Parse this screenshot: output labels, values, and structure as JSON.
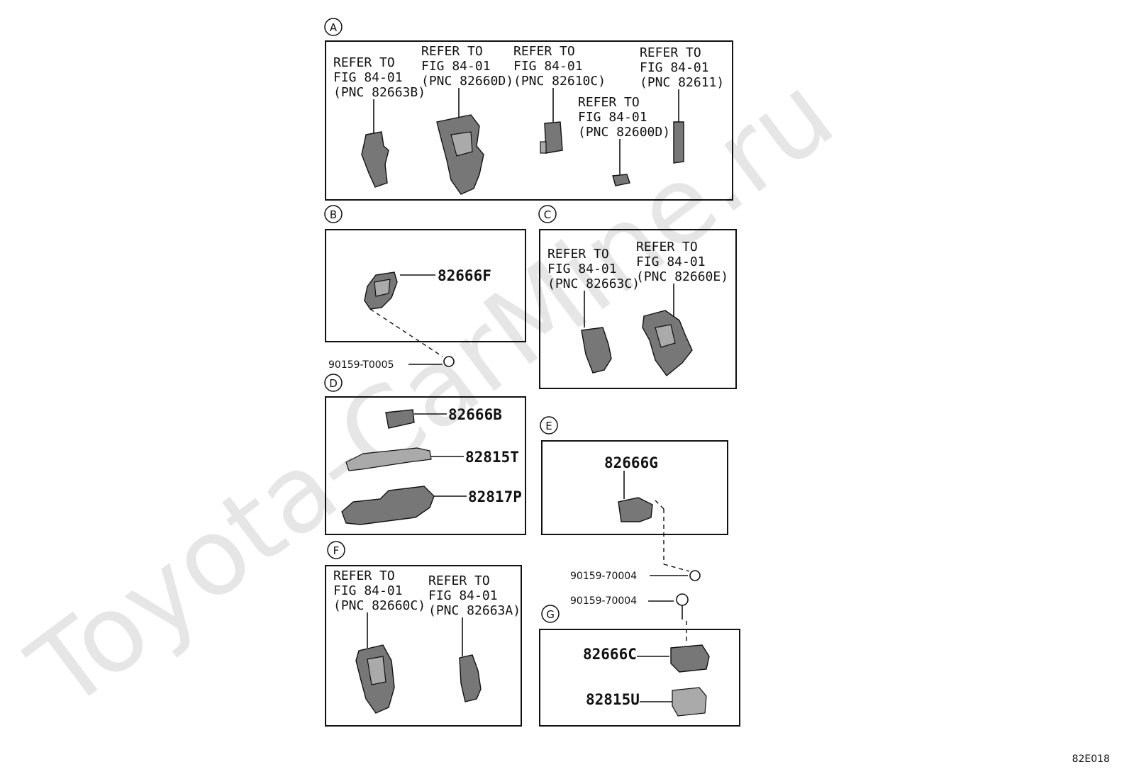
{
  "watermark": "Toyota-CarMine.ru",
  "figure_code": "82E018",
  "sections": {
    "A": {
      "letter": "A",
      "refs": [
        {
          "l1": "REFER TO",
          "l2": "FIG 84-01",
          "l3": "(PNC 82663B)"
        },
        {
          "l1": "REFER TO",
          "l2": "FIG 84-01",
          "l3": "(PNC 82660D)"
        },
        {
          "l1": "REFER TO",
          "l2": "FIG 84-01",
          "l3": "(PNC 82610C)"
        },
        {
          "l1": "REFER TO",
          "l2": "FIG 84-01",
          "l3": "(PNC 82600D)"
        },
        {
          "l1": "REFER TO",
          "l2": "FIG 84-01",
          "l3": "(PNC 82611)"
        }
      ]
    },
    "B": {
      "letter": "B",
      "part": "82666F",
      "screw": "90159-T0005"
    },
    "C": {
      "letter": "C",
      "refs": [
        {
          "l1": "REFER TO",
          "l2": "FIG 84-01",
          "l3": "(PNC 82663C)"
        },
        {
          "l1": "REFER TO",
          "l2": "FIG 84-01",
          "l3": "(PNC 82660E)"
        }
      ]
    },
    "D": {
      "letter": "D",
      "parts": [
        "82666B",
        "82815T",
        "82817P"
      ]
    },
    "E": {
      "letter": "E",
      "part": "82666G",
      "screw": "90159-70004"
    },
    "F": {
      "letter": "F",
      "refs": [
        {
          "l1": "REFER TO",
          "l2": "FIG 84-01",
          "l3": "(PNC 82660C)"
        },
        {
          "l1": "REFER TO",
          "l2": "FIG 84-01",
          "l3": "(PNC 82663A)"
        }
      ]
    },
    "G": {
      "letter": "G",
      "screw": "90159-70004",
      "parts": [
        "82666C",
        "82815U"
      ]
    }
  }
}
